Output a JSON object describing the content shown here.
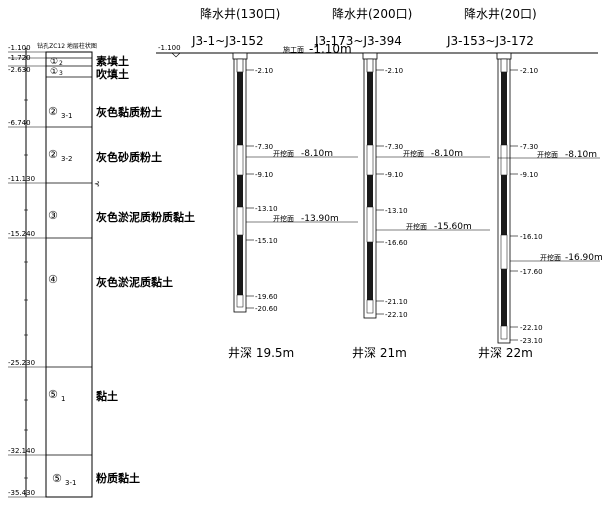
{
  "strata": {
    "header": "钻孔ZC12 地层柱状图",
    "elevations": [
      "-1.100",
      "-1.720",
      "-2.630",
      "-6.740",
      "-11.130",
      "-15.240",
      "-25.230",
      "-32.140",
      "-35.430"
    ],
    "layers": [
      {
        "num": "①",
        "sub": "2",
        "name": "素填土"
      },
      {
        "num": "①",
        "sub": "3",
        "name": "吹填土"
      },
      {
        "num": "②",
        "sub": "3-1",
        "name": "灰色黏质粉土"
      },
      {
        "num": "②",
        "sub": "3-2",
        "name": "灰色砂质粉土"
      },
      {
        "num": "③",
        "sub": "",
        "name": "灰色淤泥质粉质黏土"
      },
      {
        "num": "④",
        "sub": "",
        "name": "灰色淤泥质黏土"
      },
      {
        "num": "⑤",
        "sub": "1",
        "name": "黏土"
      },
      {
        "num": "⑤",
        "sub": "3-1",
        "name": "粉质黏土"
      }
    ],
    "ground_level": "-1.100",
    "construction_label": "施工面"
  },
  "wells": [
    {
      "title": "降水井(130口)",
      "range": "J3-1~J3-152",
      "top_label": "-1.10m",
      "depths": [
        "-2.10",
        "-7.30",
        "-9.10",
        "-13.10",
        "-15.10",
        "-19.60",
        "-20.60"
      ],
      "filters": [
        {
          "label": "开挖面",
          "value": "-8.10m"
        },
        {
          "label": "开挖面",
          "value": "-13.90m"
        }
      ],
      "depth_label": "井深 19.5m"
    },
    {
      "title": "降水井(200口)",
      "range": "J3-173~J3-394",
      "depths": [
        "-2.10",
        "-7.30",
        "-9.10",
        "-13.10",
        "-16.60",
        "-21.10",
        "-22.10"
      ],
      "filters": [
        {
          "label": "开挖面",
          "value": "-8.10m"
        },
        {
          "label": "开挖面",
          "value": "-15.60m"
        }
      ],
      "depth_label": "井深 21m"
    },
    {
      "title": "降水井(20口)",
      "range": "J3-153~J3-172",
      "depths": [
        "-2.10",
        "-7.30",
        "-9.10",
        "-16.10",
        "-17.60",
        "-22.10",
        "-23.10"
      ],
      "filters": [
        {
          "label": "开挖面",
          "value": "-8.10m"
        },
        {
          "label": "开挖面",
          "value": "-16.90m"
        }
      ],
      "depth_label": "井深 22m"
    }
  ]
}
